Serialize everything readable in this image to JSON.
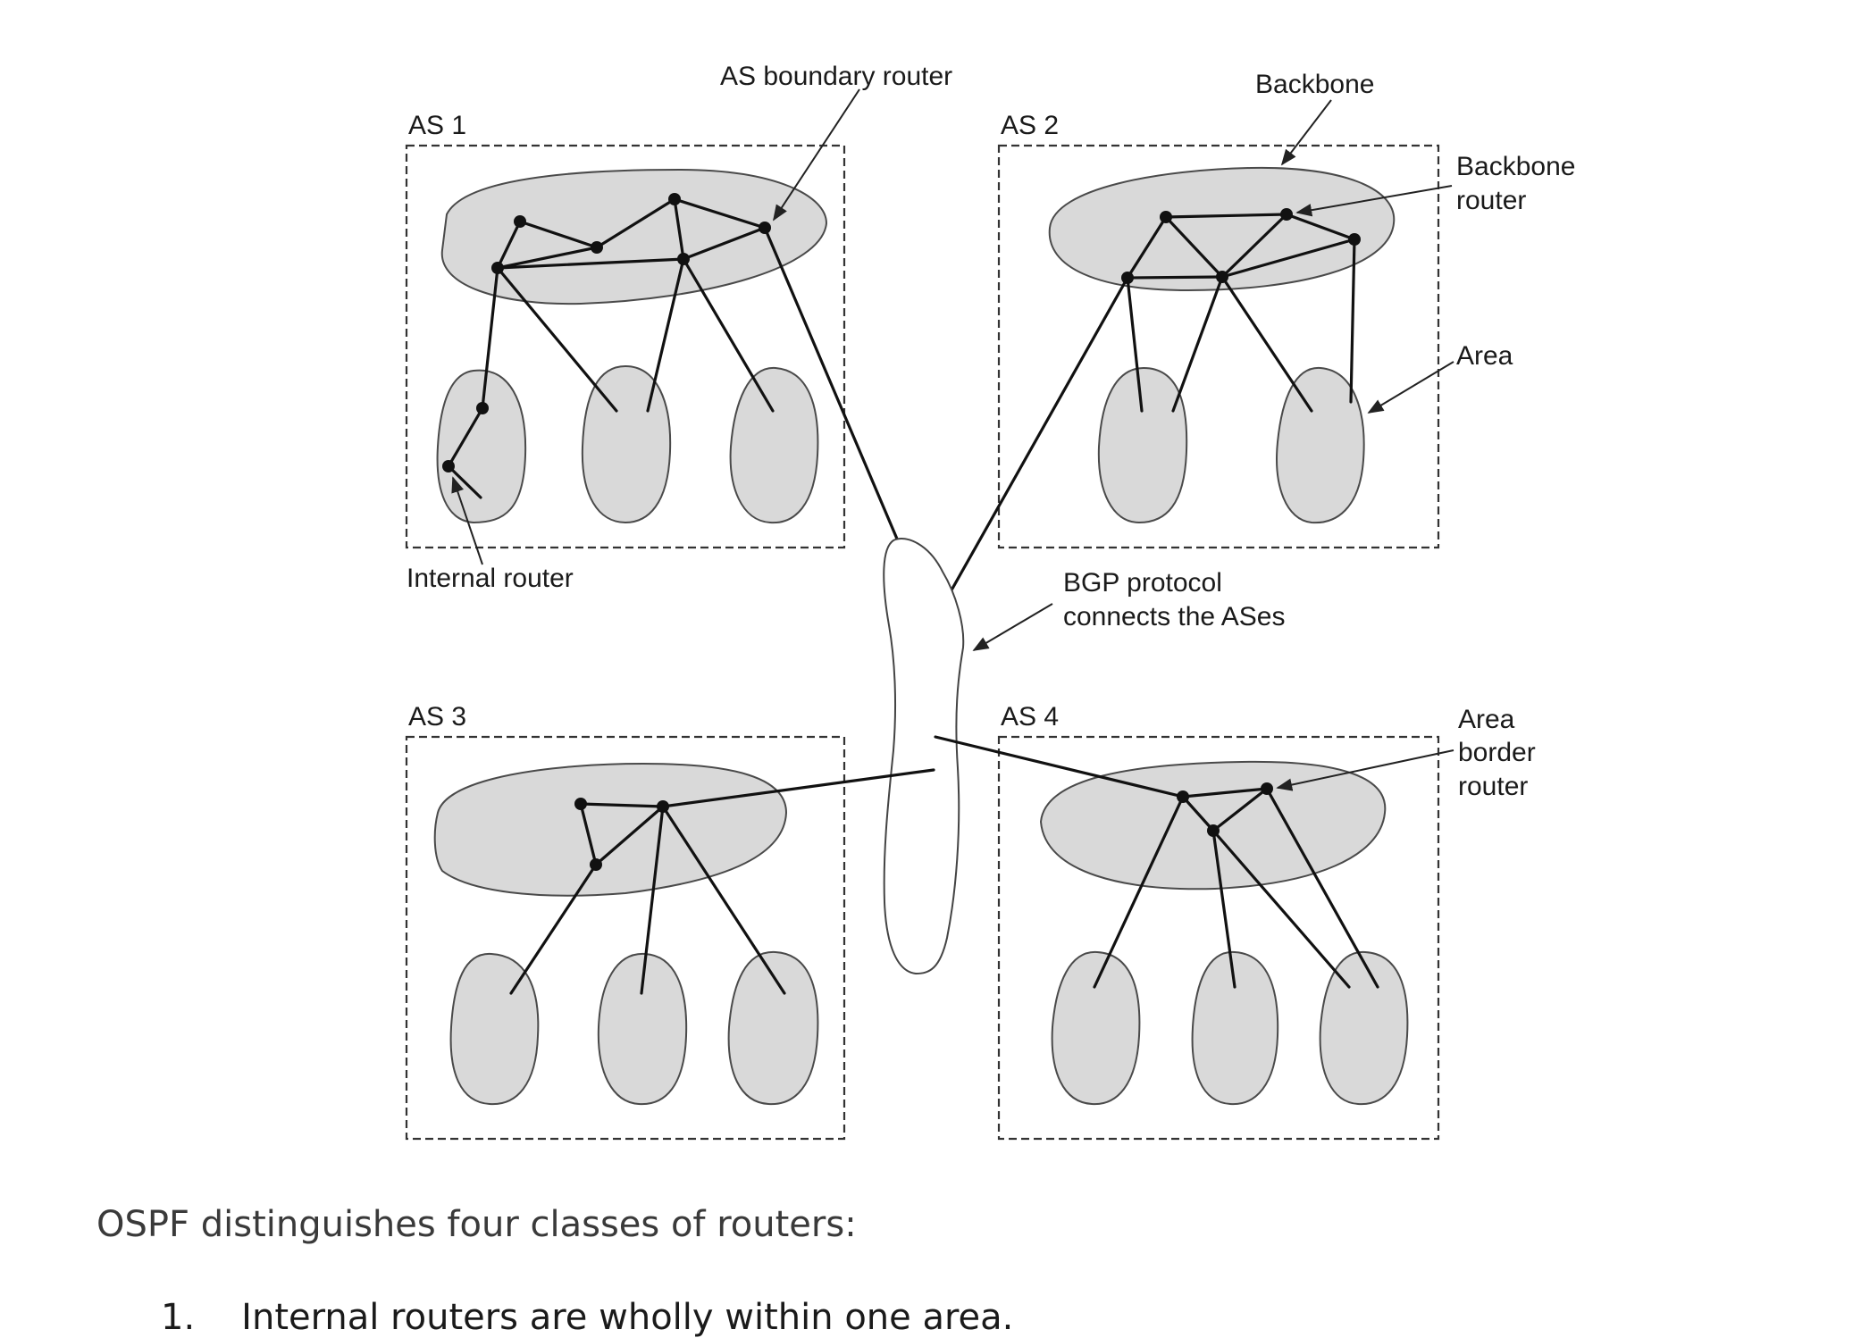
{
  "diagram": {
    "labels": {
      "as1": "AS 1",
      "as2": "AS 2",
      "as3": "AS 3",
      "as4": "AS 4",
      "as_boundary_router": "AS boundary router",
      "backbone": "Backbone",
      "backbone_router_line1": "Backbone",
      "backbone_router_line2": "router",
      "area": "Area",
      "internal_router": "Internal router",
      "bgp_line1": "BGP protocol",
      "bgp_line2": "connects the ASes",
      "area_border_router_line1": "Area",
      "area_border_router_line2": "border",
      "area_border_router_line3": "router"
    }
  },
  "text": {
    "intro": "OSPF distinguishes four classes of routers:",
    "list": [
      {
        "number": "1.",
        "text": "Internal routers are wholly within one area."
      }
    ]
  }
}
